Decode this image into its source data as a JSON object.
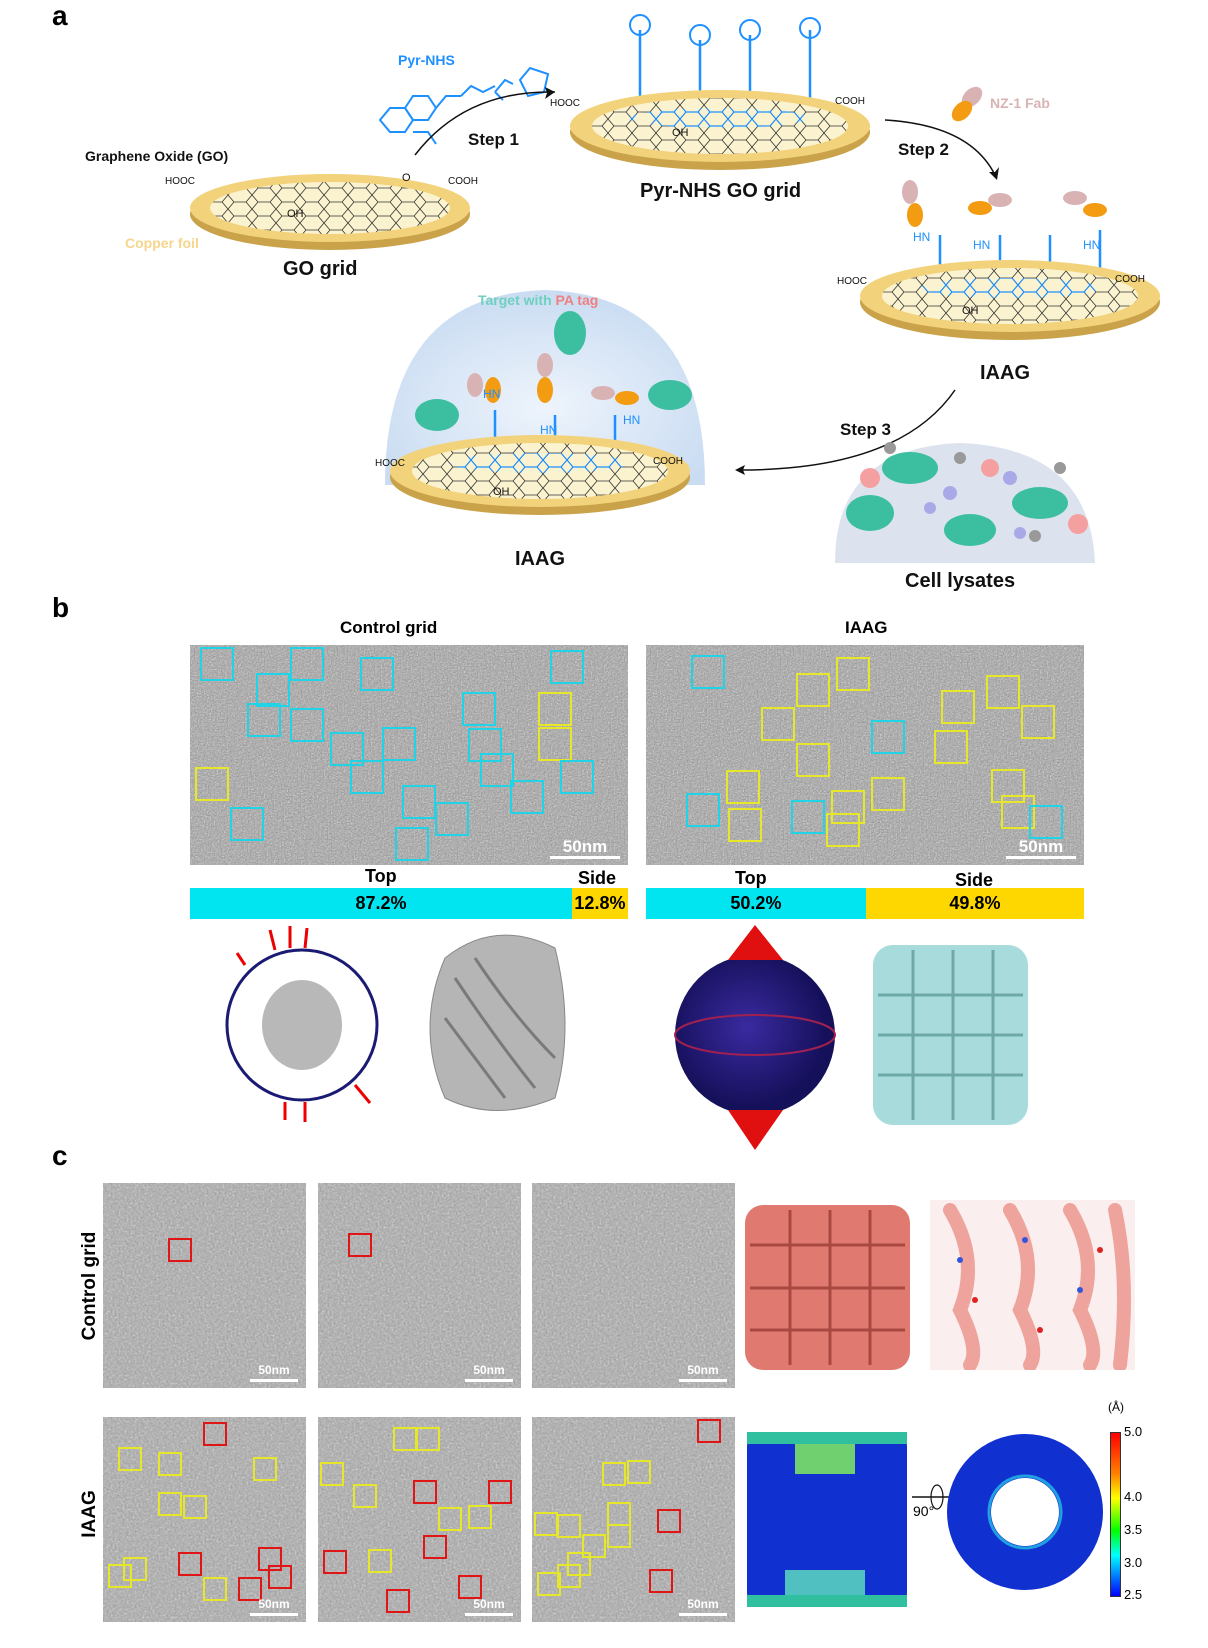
{
  "panel_a": {
    "label": "a",
    "go_title": "Graphene Oxide (GO)",
    "copper_foil": "Copper foil",
    "go_grid": "GO grid",
    "pyr_nhs": "Pyr-NHS",
    "step1": "Step 1",
    "pyr_nhs_grid": "Pyr-NHS GO grid",
    "nz1_fab": "NZ-1 Fab",
    "step2": "Step 2",
    "iaag_top": "IAAG",
    "step3": "Step 3",
    "cell_lysates": "Cell lysates",
    "target_with": "Target with ",
    "pa_tag": "PA tag",
    "iaag_bottom": "IAAG",
    "hooc": "HOOC",
    "cooh": "COOH",
    "oh": "OH",
    "o": "O",
    "hn": "HN",
    "colors": {
      "blue": "#1e90ff",
      "orange": "#f39c12",
      "pink": "#d9b3b3",
      "teal": "#3cbfa0",
      "copper": "#f2d27a"
    }
  },
  "panel_b": {
    "label": "b",
    "control_title": "Control grid",
    "iaag_title": "IAAG",
    "scale": "50nm",
    "control": {
      "top_label": "Top",
      "side_label": "Side",
      "top_pct": "87.2%",
      "side_pct": "12.8%",
      "top_value": 87.2
    },
    "iaag": {
      "top_label": "Top",
      "side_label": "Side",
      "top_pct": "50.2%",
      "side_pct": "49.8%",
      "top_value": 50.2
    },
    "colors": {
      "top": "#00e5f0",
      "side": "#ffd700"
    }
  },
  "panel_c": {
    "label": "c",
    "row1_label": "Control grid",
    "row2_label": "IAAG",
    "scale": "50nm",
    "rotation": "90°",
    "colorbar": {
      "unit": "(Å)",
      "ticks": [
        "5.0",
        "4.0",
        "3.5",
        "3.0",
        "2.5"
      ]
    }
  }
}
